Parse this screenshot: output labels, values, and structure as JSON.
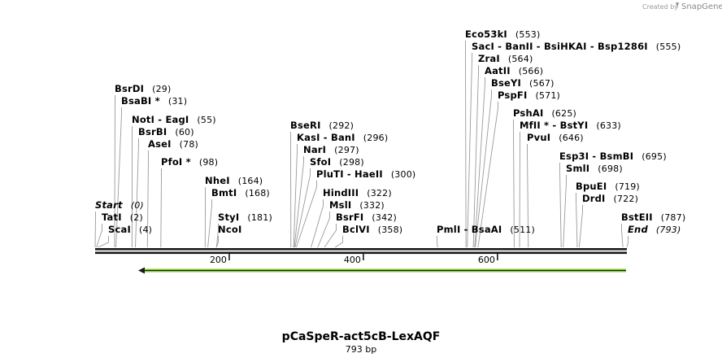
{
  "branding": {
    "created_by": "Created by",
    "product": "SnapGene"
  },
  "map": {
    "name": "pCaSpeR-act5cB-LexAQF",
    "length_label": "793 bp",
    "length": 793,
    "ticks": [
      200,
      400,
      600
    ],
    "feature_color": "#7ec832",
    "feature_direction": "reverse"
  },
  "sites": [
    {
      "names": [
        "Start"
      ],
      "pos": 0,
      "italic": true
    },
    {
      "names": [
        "TatI"
      ],
      "pos": 2
    },
    {
      "names": [
        "ScaI"
      ],
      "pos": 4
    },
    {
      "names": [
        "BsrDI"
      ],
      "pos": 29
    },
    {
      "names": [
        "BsaBI *"
      ],
      "pos": 31
    },
    {
      "names": [
        "NotI",
        "EagI"
      ],
      "pos": 55
    },
    {
      "names": [
        "BsrBI"
      ],
      "pos": 60
    },
    {
      "names": [
        "AseI"
      ],
      "pos": 78
    },
    {
      "names": [
        "PfoI *"
      ],
      "pos": 98
    },
    {
      "names": [
        "NheI"
      ],
      "pos": 164
    },
    {
      "names": [
        "BmtI"
      ],
      "pos": 168
    },
    {
      "names": [
        "StyI"
      ],
      "pos": 181
    },
    {
      "names": [
        "NcoI"
      ],
      "pos": 181,
      "no_pos": true
    },
    {
      "names": [
        "BseRI"
      ],
      "pos": 292
    },
    {
      "names": [
        "KasI",
        "BanI"
      ],
      "pos": 296
    },
    {
      "names": [
        "NarI"
      ],
      "pos": 297
    },
    {
      "names": [
        "SfoI"
      ],
      "pos": 298
    },
    {
      "names": [
        "PluTI",
        "HaeII"
      ],
      "pos": 300
    },
    {
      "names": [
        "HindIII"
      ],
      "pos": 322
    },
    {
      "names": [
        "MslI"
      ],
      "pos": 332
    },
    {
      "names": [
        "BsrFI"
      ],
      "pos": 342
    },
    {
      "names": [
        "BclVI"
      ],
      "pos": 358
    },
    {
      "names": [
        "PmlI",
        "BsaAI"
      ],
      "pos": 511
    },
    {
      "names": [
        "Eco53kI"
      ],
      "pos": 553
    },
    {
      "names": [
        "SacI",
        "BanII",
        "BsiHKAI",
        "Bsp1286I"
      ],
      "pos": 555
    },
    {
      "names": [
        "ZraI"
      ],
      "pos": 564
    },
    {
      "names": [
        "AatII"
      ],
      "pos": 566
    },
    {
      "names": [
        "BseYI"
      ],
      "pos": 567
    },
    {
      "names": [
        "PspFI"
      ],
      "pos": 571
    },
    {
      "names": [
        "PshAI"
      ],
      "pos": 625
    },
    {
      "names": [
        "MfII *",
        "BstYI"
      ],
      "pos": 633
    },
    {
      "names": [
        "PvuI"
      ],
      "pos": 646
    },
    {
      "names": [
        "Esp3I",
        "BsmBI"
      ],
      "pos": 695
    },
    {
      "names": [
        "SmlI"
      ],
      "pos": 698
    },
    {
      "names": [
        "BpuEI"
      ],
      "pos": 719
    },
    {
      "names": [
        "DrdI"
      ],
      "pos": 722
    },
    {
      "names": [
        "BstEII"
      ],
      "pos": 787
    },
    {
      "names": [
        "End"
      ],
      "pos": 793,
      "italic": true
    }
  ]
}
